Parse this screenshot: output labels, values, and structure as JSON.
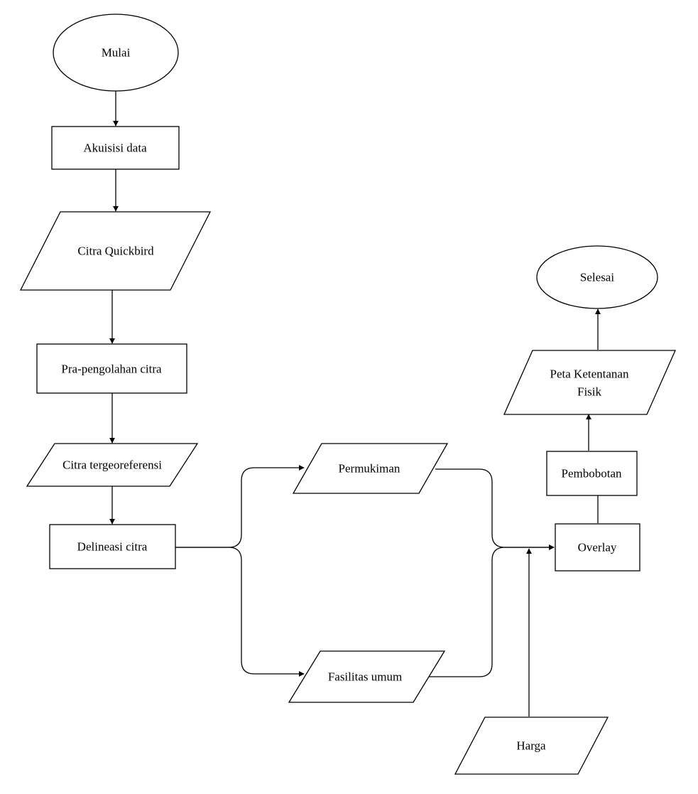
{
  "nodes": {
    "mulai": "Mulai",
    "akuisisi": "Akuisisi data",
    "quickbird": "Citra Quickbird",
    "pra": "Pra-pengolahan citra",
    "tergeo": "Citra tergeoreferensi",
    "delineasi": "Delineasi citra",
    "permukiman": "Permukiman",
    "fasilitas": "Fasilitas umum",
    "harga": "Harga",
    "overlay": "Overlay",
    "pembobotan": "Pembobotan",
    "peta_line1": "Peta Ketentanan",
    "peta_line2": "Fisik",
    "selesai": "Selesai"
  }
}
